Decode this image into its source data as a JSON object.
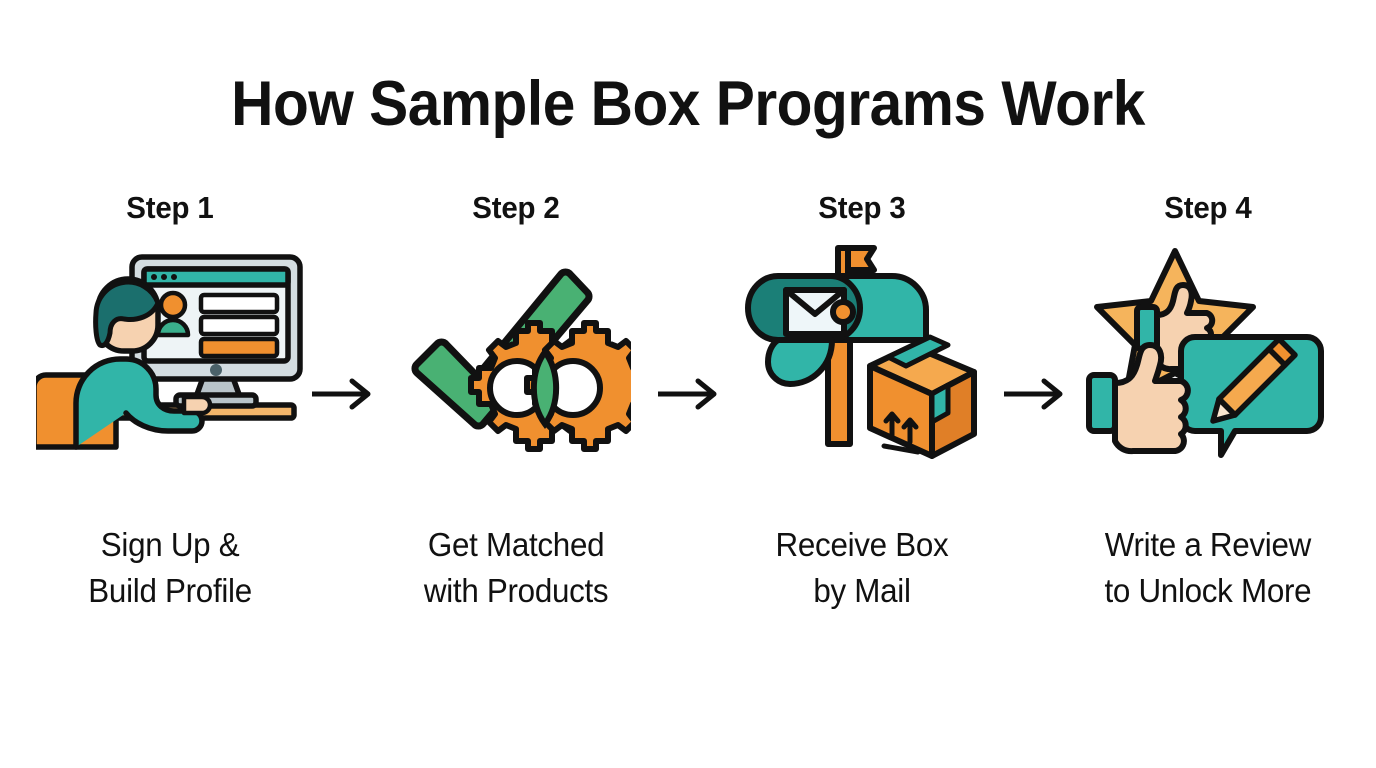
{
  "title": "How Sample Box Programs Work",
  "background_color": "#ffffff",
  "palette": {
    "teal": "#31b5a8",
    "teal_dark": "#1b7f77",
    "orange": "#f0902f",
    "orange_light": "#f5a94e",
    "amber": "#f5b45c",
    "green": "#49b173",
    "green_dark": "#3a9a63",
    "skin": "#f6d2b0",
    "outline": "#111111",
    "screen_gray": "#cfd8dc",
    "screen_light": "#eef4f6",
    "wood": "#f2b56a"
  },
  "connector": {
    "icon": "arrow-right-icon",
    "count": 3
  },
  "steps": [
    {
      "label": "Step 1",
      "caption": "Sign Up &\nBuild Profile",
      "illustration": "person-at-computer-signup-icon"
    },
    {
      "label": "Step 2",
      "caption": "Get Matched\nwith Products",
      "illustration": "checkmark-gears-icon"
    },
    {
      "label": "Step 3",
      "caption": "Receive Box\nby Mail",
      "illustration": "mailbox-package-icon"
    },
    {
      "label": "Step 4",
      "caption": "Write a Review\nto Unlock More",
      "illustration": "star-thumbsup-review-icon"
    }
  ]
}
